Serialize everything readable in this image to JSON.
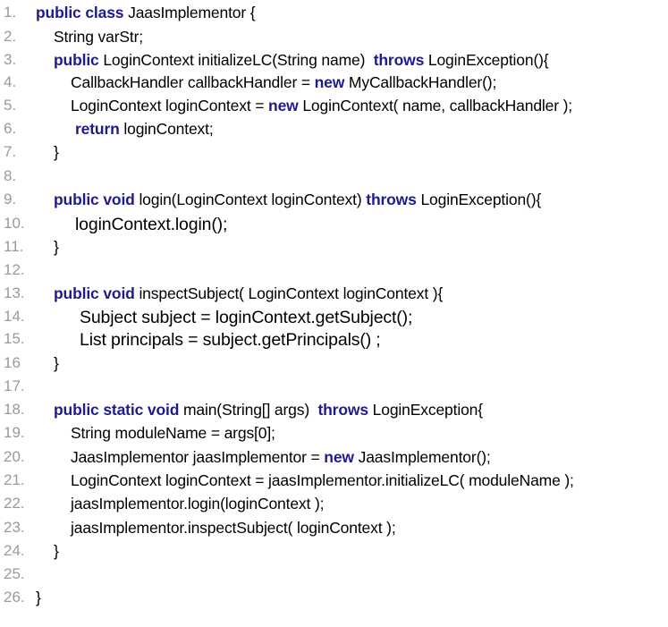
{
  "lines": [
    {
      "num": "1.",
      "tokens": [
        {
          "t": "public class ",
          "kw": true
        },
        {
          "t": "JaasImplementor {"
        }
      ]
    },
    {
      "num": "2.",
      "tokens": [
        {
          "t": "String varStr;"
        }
      ]
    },
    {
      "num": "3.",
      "tokens": [
        {
          "t": "public ",
          "kw": true
        },
        {
          "t": "LoginContext initializeLC(String name)  "
        },
        {
          "t": "throws ",
          "kw": true
        },
        {
          "t": "LoginException(){"
        }
      ]
    },
    {
      "num": "4.",
      "tokens": [
        {
          "t": "CallbackHandler callbackHandler = "
        },
        {
          "t": "new ",
          "kw": true
        },
        {
          "t": "MyCallbackHandler();"
        }
      ]
    },
    {
      "num": "5.",
      "tokens": [
        {
          "t": "LoginContext loginContext = "
        },
        {
          "t": "new ",
          "kw": true
        },
        {
          "t": "LoginContext( name, callbackHandler );"
        }
      ]
    },
    {
      "num": "6.",
      "tokens": [
        {
          "t": "return ",
          "kw": true
        },
        {
          "t": "loginContext;"
        }
      ]
    },
    {
      "num": "7.",
      "tokens": [
        {
          "t": "}"
        }
      ]
    },
    {
      "num": "8.",
      "tokens": []
    },
    {
      "num": "9.",
      "tokens": [
        {
          "t": "public void ",
          "kw": true
        },
        {
          "t": "login(LoginContext loginContext) "
        },
        {
          "t": "throws ",
          "kw": true
        },
        {
          "t": "LoginException(){"
        }
      ]
    },
    {
      "num": "10.",
      "tokens": [
        {
          "t": "loginContext.login();"
        }
      ]
    },
    {
      "num": "11.",
      "tokens": [
        {
          "t": "}"
        }
      ]
    },
    {
      "num": "12.",
      "tokens": []
    },
    {
      "num": "13.",
      "tokens": [
        {
          "t": "public void ",
          "kw": true
        },
        {
          "t": "inspectSubject( LoginContext loginContext ){"
        }
      ]
    },
    {
      "num": "14.",
      "tokens": [
        {
          "t": "Subject subject = loginContext.getSubject();"
        }
      ]
    },
    {
      "num": "15.",
      "tokens": [
        {
          "t": "List principals = subject.getPrincipals() ;"
        }
      ]
    },
    {
      "num": "16",
      "tokens": [
        {
          "t": "}"
        }
      ]
    },
    {
      "num": "17.",
      "tokens": []
    },
    {
      "num": "18.",
      "tokens": [
        {
          "t": "public static void ",
          "kw": true
        },
        {
          "t": "main(String[] args)  "
        },
        {
          "t": "throws ",
          "kw": true
        },
        {
          "t": "LoginException{"
        }
      ]
    },
    {
      "num": "19.",
      "tokens": [
        {
          "t": "String moduleName = args[0];"
        }
      ]
    },
    {
      "num": "20.",
      "tokens": [
        {
          "t": "JaasImplementor jaasImplementor = "
        },
        {
          "t": "new ",
          "kw": true
        },
        {
          "t": "JaasImplementor();"
        }
      ]
    },
    {
      "num": "21.",
      "tokens": [
        {
          "t": "LoginContext loginContext = jaasImplementor.initializeLC( moduleName );"
        }
      ]
    },
    {
      "num": "22.",
      "tokens": [
        {
          "t": "jaasImplementor.login(loginContext );"
        }
      ]
    },
    {
      "num": "23.",
      "tokens": [
        {
          "t": "jaasImplementor.inspectSubject( loginContext );"
        }
      ]
    },
    {
      "num": "24.",
      "tokens": [
        {
          "t": "}"
        }
      ]
    },
    {
      "num": "25.",
      "tokens": []
    },
    {
      "num": "26.",
      "tokens": [
        {
          "t": "}"
        }
      ]
    }
  ],
  "colors": {
    "keyword": "#1f1b8f",
    "line_number": "#9a9a9a",
    "text": "#000000"
  }
}
